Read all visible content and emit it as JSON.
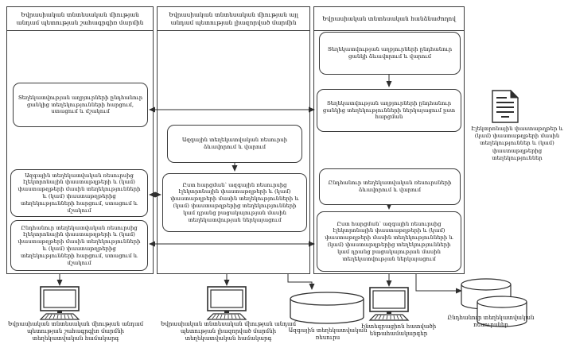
{
  "diagram": {
    "lanes": [
      {
        "title": "Եվրասիական տնտեսական միության անդամ պետության շահագրգիռ մարմին",
        "boxes": [
          {
            "text": "Տեղեկատվության աղբյուրների ընդհանուր ցանկից տեղեկությունների հարցում, ստացում և մշակում"
          },
          {
            "text": "Ազգային տեղեկատվական ռեսուրսից էլեկտրոնային փաստաթղթերի և (կամ) փաստաթղթերի մասին տեղեկությունների և (կամ) փաստաթղթերից տեղեկությունների հարցում, ստացում և մշակում"
          },
          {
            "text": "Ընդհանուր տեղեկատվական ռեսուրսից էլեկտրոնային փաստաթղթերի և (կամ) փաստաթղթերի մասին տեղեկությունների և (կամ) փաստաթղթերից տեղեկությունների հարցում, ստացում և մշակում"
          }
        ]
      },
      {
        "title": "Եվրասիական տնտեսական միության այլ անդամ պետության լիազորված մարմին",
        "boxes": [
          {
            "text": "Ազգային տեղեկատվական ռեսուրսի ձևավորում և վարում"
          },
          {
            "text": "Ըստ հարցման՝ ազգային ռեսուրսից էլեկտրոնային փաստաթղթերի և (կամ) փաստաթղթերի մասին տեղեկությունների և (կամ) փաստաթղթերից տեղեկությունների կամ դրանց բացակայության մասին տեղեկատվության ներկայացում"
          }
        ]
      },
      {
        "title": "Եվրասիական տնտեսական հանձնաժողով",
        "boxes": [
          {
            "text": "Տեղեկատվության աղբյուրների ընդհանուր ցանկի ձևավորում և վարում"
          },
          {
            "text": "Տեղեկատվության աղբյուրների ընդհանուր ցանկից տեղեկությունների ներկայացում ըստ հարցման"
          },
          {
            "text": "Ընդհանուր տեղեկատվական ռեսուրսների ձևավորում և վարում"
          },
          {
            "text": "Ըստ հարցման՝ ազգային ռեսուրսից էլեկտրոնային փաստաթղթերի և (կամ) փաստաթղթերի մասին տեղեկությունների և (կամ) փաստաթղթերից տեղեկությունների կամ դրանց բացակայության մասին տեղեկատվության ներկայացում"
          }
        ]
      }
    ],
    "annotation": {
      "document_note": "Էլեկտրոնային փաստաթղթեր և (կամ) փաստաթղթերի մասին տեղեկություններ և (կամ) փաստաթղթերից տեղեկություններ"
    },
    "footer": {
      "interested_body_system": "Եվրասիական տնտեսական միության անդամ պետության շահագրգիռ մարմնի տեղեկատվական համակարգ",
      "authorized_body_system": "Եվրասիական տնտեսական միության անդամ պետության լիազորված մարմնի տեղեկատվական համակարգ",
      "national_resource": "Ազգային տեղեկատվական ռեսուրս",
      "integration_subsystems": "Ինտեգրացիոն հատվածի ենթահամակարգեր",
      "common_resources": "Ընդհանուր տեղեկատվական ռեսուրսներ"
    },
    "icons": [
      "computer-icon",
      "database-icon",
      "database-stack-icon",
      "document-icon"
    ],
    "colors": {
      "line": "#2e2e2e",
      "border": "#3c3c3c",
      "background": "#ffffff"
    }
  }
}
